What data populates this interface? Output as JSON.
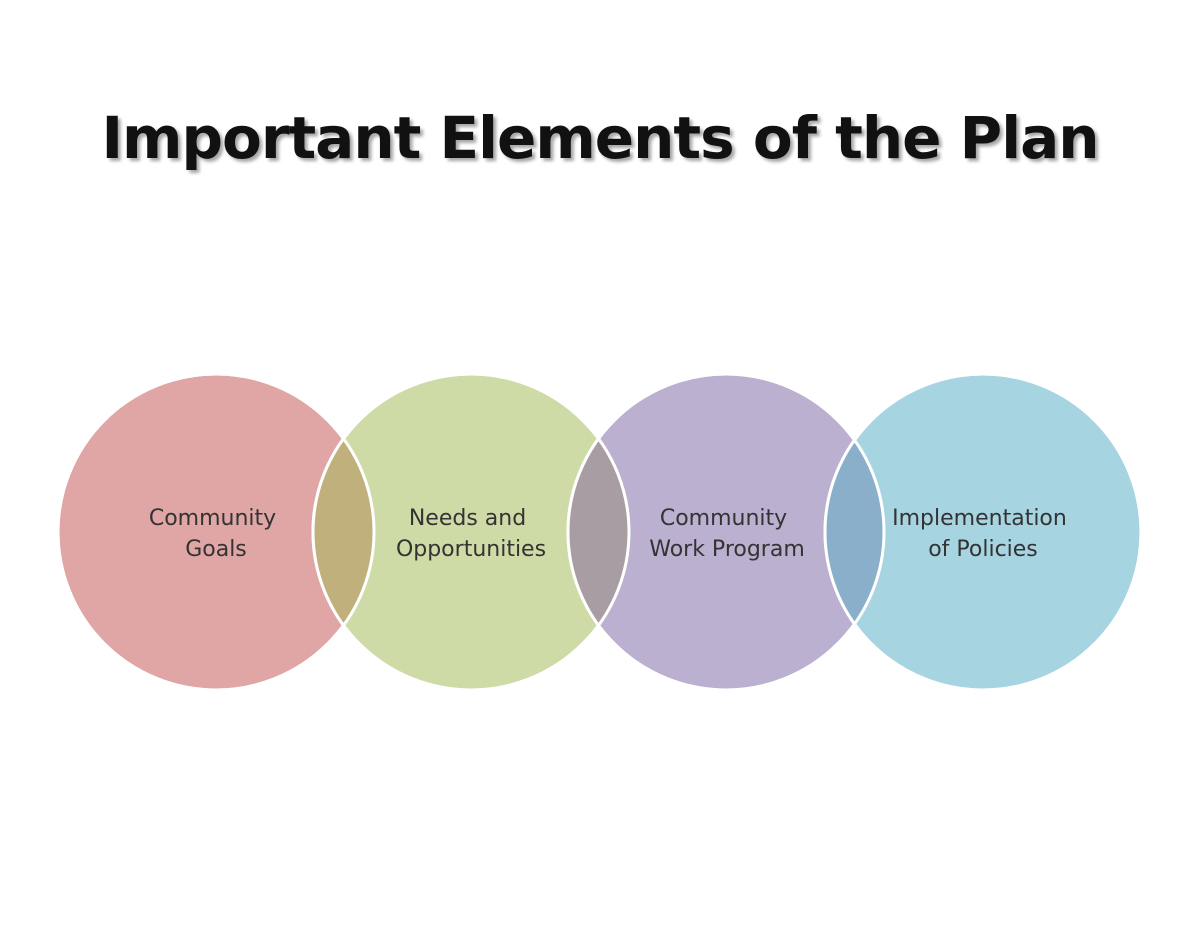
{
  "title": "Important Elements of the Plan",
  "colors": {
    "circle_1": "#dfa6a5",
    "circle_2": "#cedba7",
    "circle_3": "#bbb0d0",
    "circle_4": "#a7d4e1",
    "overlap_1_2": "#c0b07c",
    "overlap_2_3": "#a99da4",
    "overlap_3_4": "#8aafcb",
    "outline": "#ffffff"
  },
  "elements": [
    {
      "line1": "Community",
      "line2": "Goals"
    },
    {
      "line1": "Needs and",
      "line2": "Opportunities"
    },
    {
      "line1": "Community",
      "line2": "Work Program"
    },
    {
      "line1": "Implementation",
      "line2": "of Policies"
    }
  ]
}
